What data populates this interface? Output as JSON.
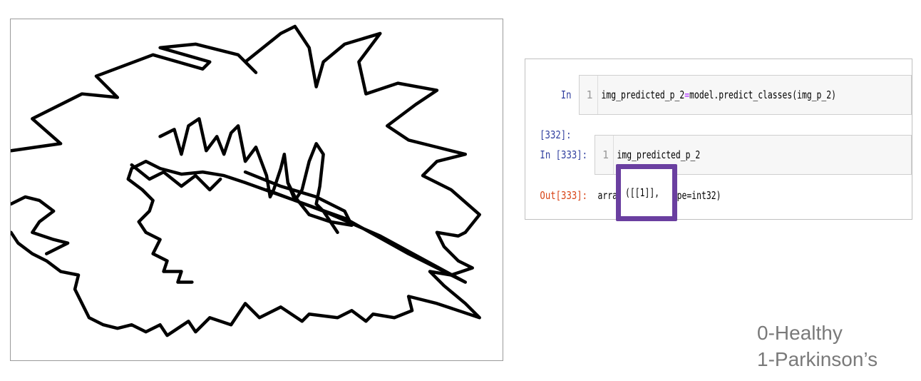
{
  "notebook": {
    "cell1": {
      "prompt": "In [332]:",
      "line_no": "1",
      "code_var": "img_predicted_p_2",
      "code_op": "=",
      "code_rest": "model.predict_classes(img_p_2)"
    },
    "cell2": {
      "prompt": "In [333]:",
      "line_no": "1",
      "code": "img_predicted_p_2"
    },
    "output": {
      "prompt": "Out[333]:",
      "prefix": "arra",
      "suffix": "type=int32)",
      "highlighted": "([[1]],"
    }
  },
  "legend": {
    "line1": "0-Healthy",
    "line2": "1-Parkinson’s"
  },
  "colors": {
    "highlight_border": "#6a3fa0",
    "in_prompt": "#303f9f",
    "out_prompt": "#d84315",
    "legend_text": "#7a7a7a"
  },
  "icons": {
    "drawing": "spiral-drawing"
  }
}
